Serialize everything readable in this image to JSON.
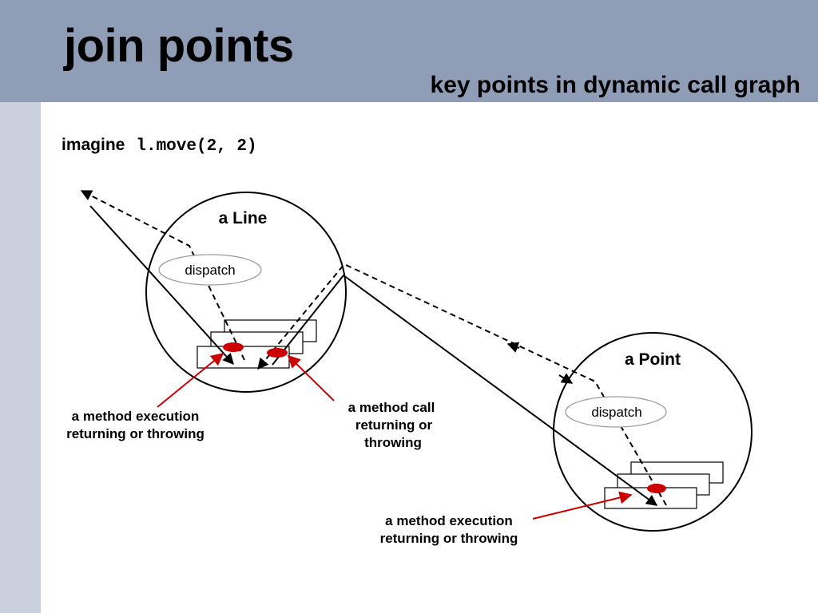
{
  "slide": {
    "title": "join points",
    "subtitle": "key points in dynamic call graph",
    "imagine_label": "imagine",
    "code": "l.move(2, 2)"
  },
  "diagram": {
    "line_object_label": "a Line",
    "point_object_label": "a Point",
    "dispatch_label": "dispatch",
    "annotation_color": "#cc0000",
    "captions": {
      "line_execution": [
        "a method execution",
        "returning or throwing"
      ],
      "line_call": [
        "a method call",
        "returning or",
        "throwing"
      ],
      "point_execution": [
        "a method execution",
        "returning or throwing"
      ]
    }
  }
}
